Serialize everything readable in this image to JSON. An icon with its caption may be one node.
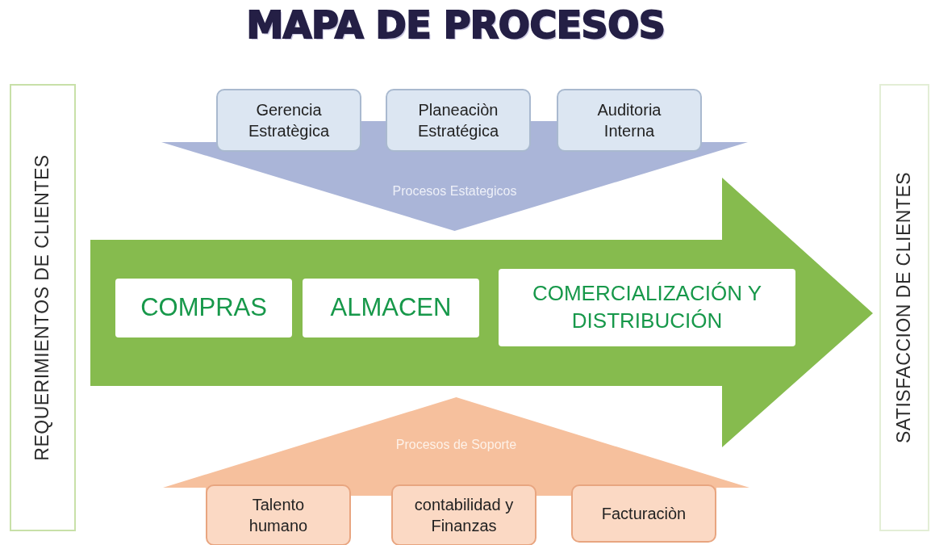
{
  "diagram": {
    "title": "MAPA DE PROCESOS",
    "nodes": [
      {
        "text": [
          "REQUERIMIENTOS DE CLIENTES"
        ]
      },
      {
        "text": [
          "Procesos Estategicos"
        ]
      },
      {
        "text": [
          "Gerencia Estratègica"
        ]
      },
      {
        "text": [
          "Planeaciòn Estratégica"
        ]
      },
      {
        "text": [
          "Auditoria Interna"
        ]
      },
      {
        "text": [],
        "shape": "arrow"
      },
      {
        "text": [
          "COMPRAS"
        ],
        "in": 5
      },
      {
        "text": [
          "ALMACEN"
        ],
        "in": 5
      },
      {
        "text": [
          "COMERCIALIZACIÓN Y DISTRIBUCIÓN"
        ],
        "in": 5
      },
      {
        "text": [
          "Procesos de Soporte"
        ]
      },
      {
        "text": [
          "Talento humano"
        ]
      },
      {
        "text": [
          "contabilidad y Finanzas"
        ]
      },
      {
        "text": [
          "Facturaciòn"
        ]
      },
      {
        "text": [
          "SATISFACCION DE CLIENTES"
        ]
      }
    ]
  }
}
